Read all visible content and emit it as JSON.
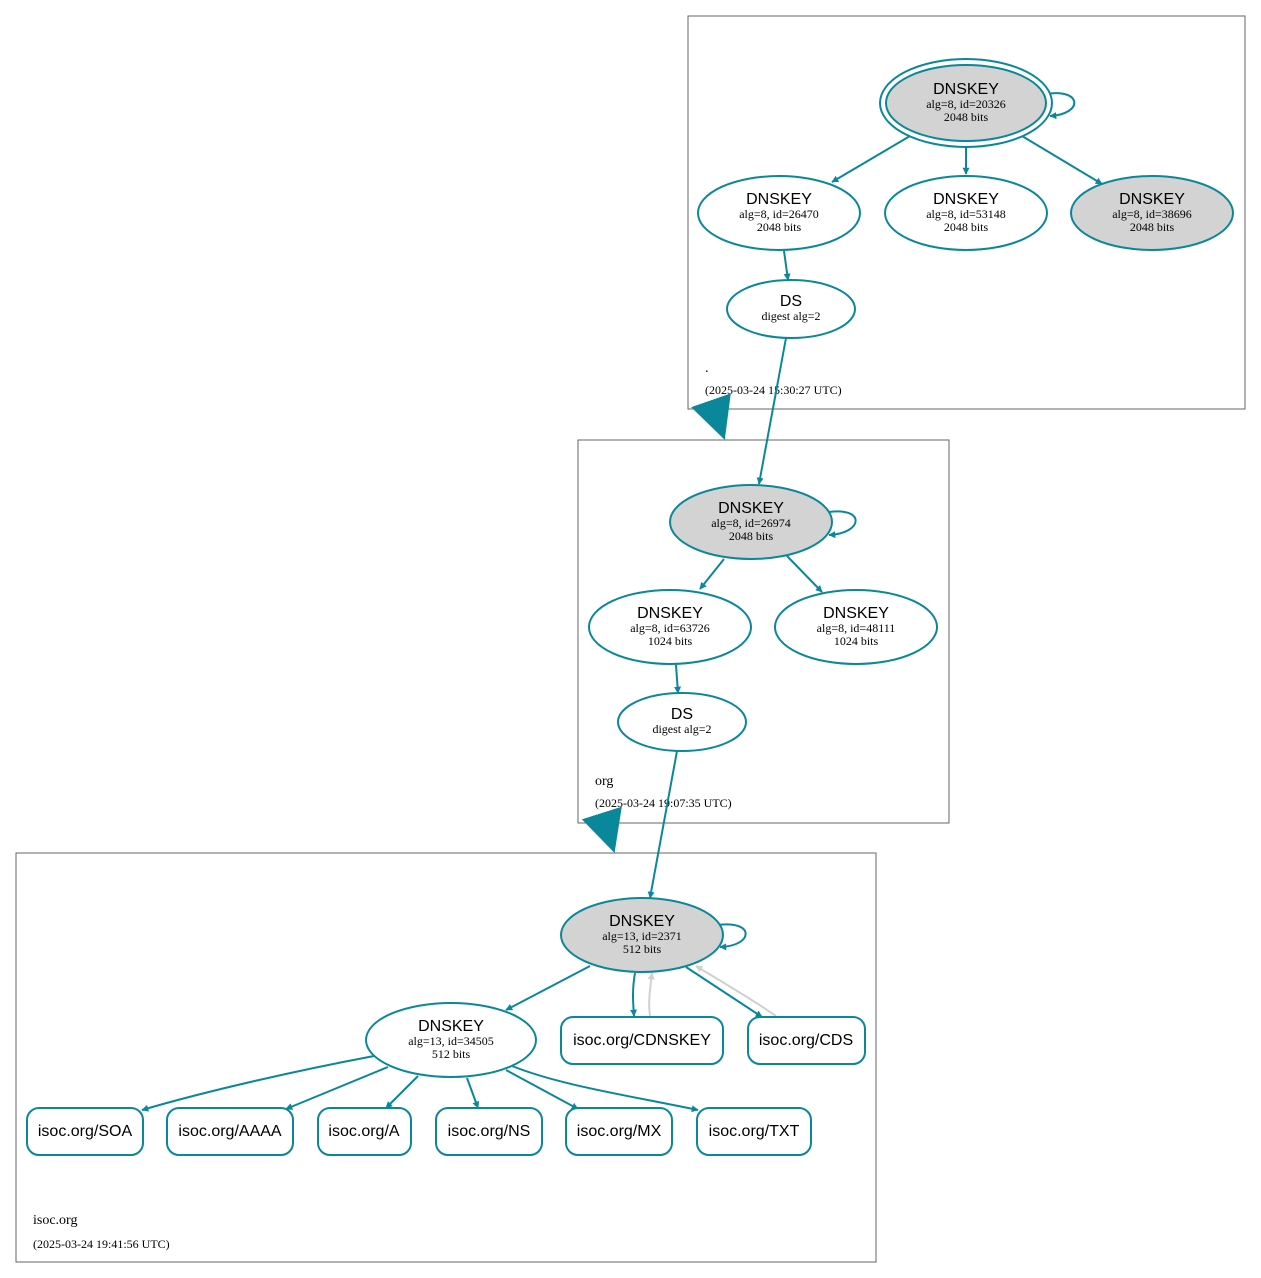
{
  "colors": {
    "accent": "#0a879a",
    "node_fill_gray": "#d3d3d3",
    "node_fill_white": "#ffffff",
    "edge_gray": "#d0d0d0"
  },
  "zones": {
    "root": {
      "label": ".",
      "timestamp": "(2025-03-24 15:30:27 UTC)"
    },
    "org": {
      "label": "org",
      "timestamp": "(2025-03-24 19:07:35 UTC)"
    },
    "isoc": {
      "label": "isoc.org",
      "timestamp": "(2025-03-24 19:41:56 UTC)"
    }
  },
  "nodes": {
    "root_ksk": {
      "title": "DNSKEY",
      "line1": "alg=8, id=20326",
      "line2": "2048 bits"
    },
    "root_zsk1": {
      "title": "DNSKEY",
      "line1": "alg=8, id=26470",
      "line2": "2048 bits"
    },
    "root_zsk2": {
      "title": "DNSKEY",
      "line1": "alg=8, id=53148",
      "line2": "2048 bits"
    },
    "root_key3": {
      "title": "DNSKEY",
      "line1": "alg=8, id=38696",
      "line2": "2048 bits"
    },
    "root_ds": {
      "title": "DS",
      "line1": "digest alg=2"
    },
    "org_ksk": {
      "title": "DNSKEY",
      "line1": "alg=8, id=26974",
      "line2": "2048 bits"
    },
    "org_zsk1": {
      "title": "DNSKEY",
      "line1": "alg=8, id=63726",
      "line2": "1024 bits"
    },
    "org_zsk2": {
      "title": "DNSKEY",
      "line1": "alg=8, id=48111",
      "line2": "1024 bits"
    },
    "org_ds": {
      "title": "DS",
      "line1": "digest alg=2"
    },
    "isoc_ksk": {
      "title": "DNSKEY",
      "line1": "alg=13, id=2371",
      "line2": "512 bits"
    },
    "isoc_zsk": {
      "title": "DNSKEY",
      "line1": "alg=13, id=34505",
      "line2": "512 bits"
    }
  },
  "records": {
    "cdnskey": "isoc.org/CDNSKEY",
    "cds": "isoc.org/CDS",
    "soa": "isoc.org/SOA",
    "aaaa": "isoc.org/AAAA",
    "a": "isoc.org/A",
    "ns": "isoc.org/NS",
    "mx": "isoc.org/MX",
    "txt": "isoc.org/TXT"
  }
}
